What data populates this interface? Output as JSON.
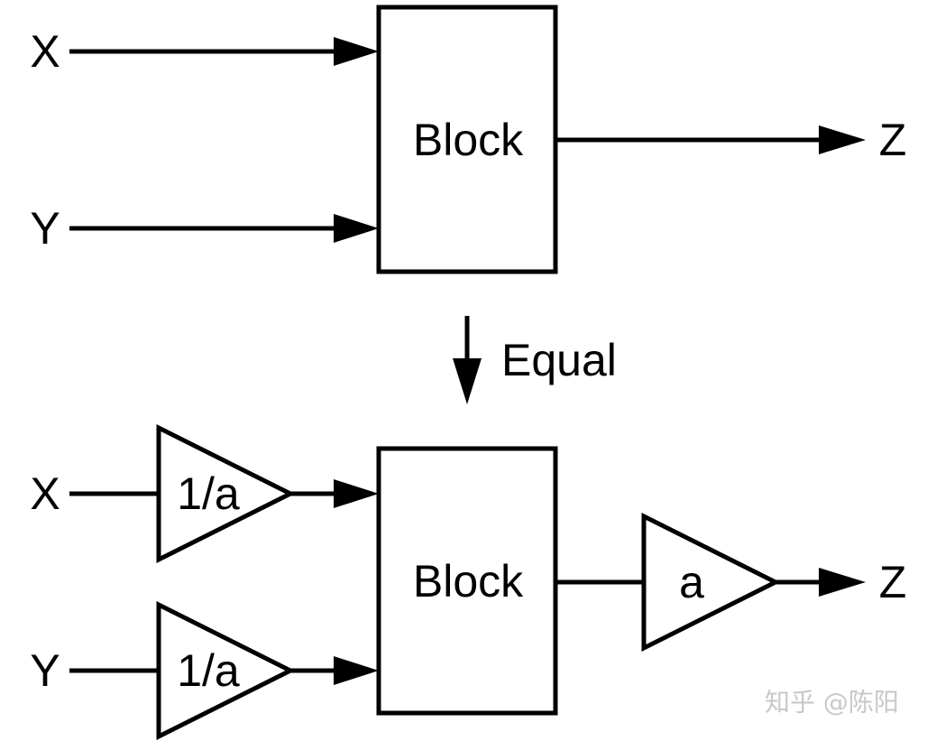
{
  "top": {
    "inputs": [
      "X",
      "Y"
    ],
    "block": "Block",
    "output": "Z"
  },
  "transition": {
    "label": "Equal"
  },
  "bottom": {
    "inputs": [
      "X",
      "Y"
    ],
    "input_gain": "1/a",
    "block": "Block",
    "output_gain": "a",
    "output": "Z"
  },
  "watermark": "知乎 @陈阳"
}
